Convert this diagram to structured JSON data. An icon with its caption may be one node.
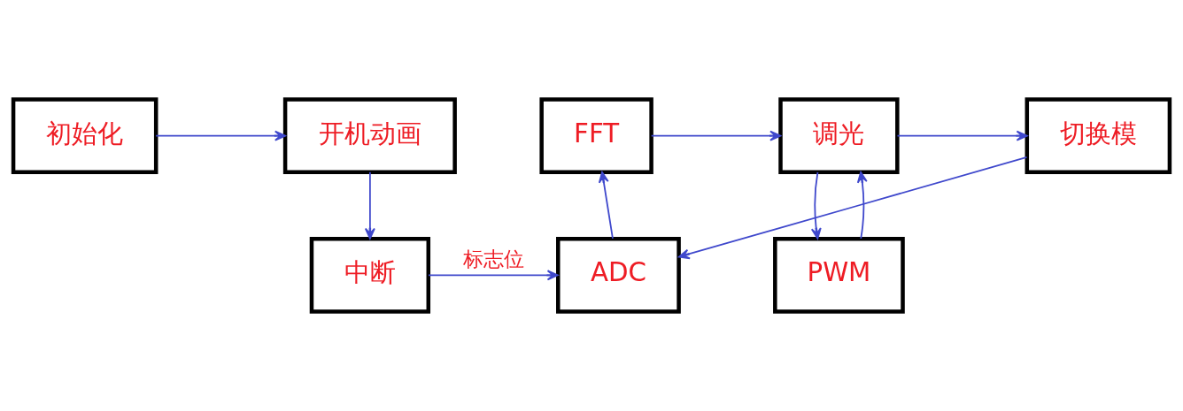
{
  "diagram": {
    "nodes": [
      {
        "text": [
          "初始化"
        ]
      },
      {
        "text": [
          "开机动画"
        ]
      },
      {
        "text": [
          "FFT"
        ]
      },
      {
        "text": [
          "调光"
        ]
      },
      {
        "text": [
          "切换模"
        ]
      },
      {
        "text": [
          "中断"
        ]
      },
      {
        "text": [
          "ADC"
        ]
      },
      {
        "text": [
          "PWM"
        ]
      }
    ],
    "edges": [
      {
        "from": 0,
        "to": 1,
        "arrow": "to"
      },
      {
        "from": 1,
        "to": 5,
        "arrow": "to"
      },
      {
        "from": 5,
        "to": 6,
        "label": "标志位",
        "arrow": "to"
      },
      {
        "from": 6,
        "to": 2,
        "arrow": "to"
      },
      {
        "from": 2,
        "to": 3,
        "arrow": "to"
      },
      {
        "from": 3,
        "to": 4,
        "arrow": "to"
      },
      {
        "from": 3,
        "to": 7,
        "arrow": "to"
      },
      {
        "from": 7,
        "to": 3,
        "arrow": "to"
      },
      {
        "from": 4,
        "to": 6,
        "arrow": "to"
      }
    ]
  }
}
